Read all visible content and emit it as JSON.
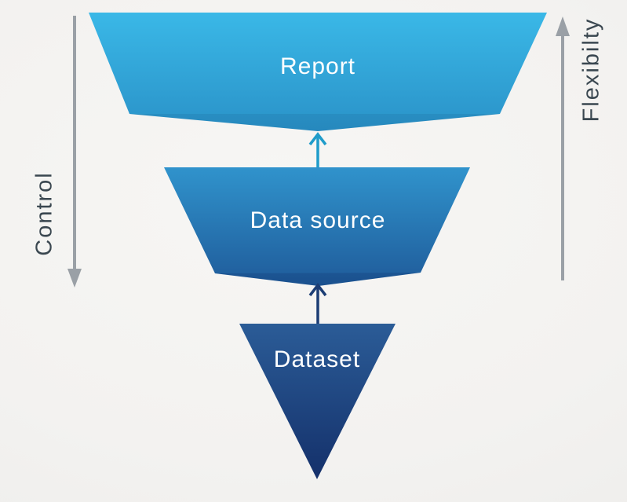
{
  "background": "#f3f2f0",
  "funnel": {
    "label_color": "#ffffff",
    "levels": [
      {
        "label": "Report",
        "color_top": "#3ab8e7",
        "color_bottom": "#2a92c8"
      },
      {
        "label": "Data source",
        "color_top": "#3093cc",
        "color_bottom": "#1f5b9a"
      },
      {
        "label": "Dataset",
        "color_top": "#2b5c97",
        "color_bottom": "#14306a"
      }
    ],
    "connector_arrows": [
      {
        "name": "datasource-to-report-arrow",
        "direction": "up",
        "color": "#1f9cca"
      },
      {
        "name": "dataset-to-datasource-arrow",
        "direction": "up",
        "color": "#1c3d74"
      }
    ]
  },
  "axes": {
    "left": {
      "label": "Control",
      "arrow_direction": "down",
      "arrow_color": "#9aa0a6",
      "label_color": "#3a4750"
    },
    "right": {
      "label": "Flexibilty",
      "arrow_direction": "up",
      "arrow_color": "#9aa0a6",
      "label_color": "#3a4750"
    }
  }
}
